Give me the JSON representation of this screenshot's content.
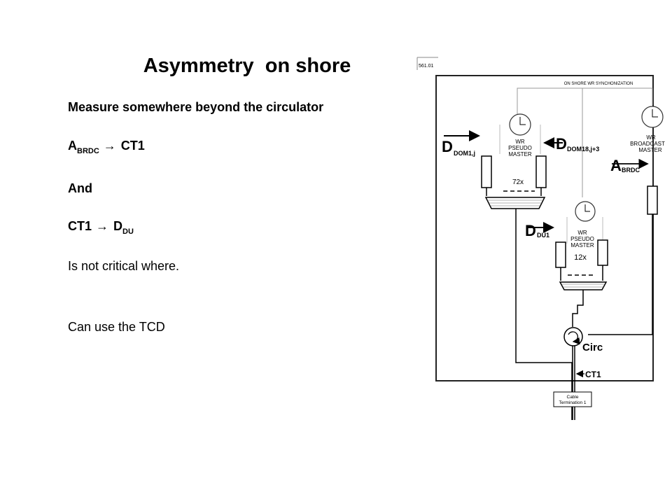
{
  "slide": {
    "title": "Asymmetry  on shore",
    "line1": "Measure somewhere beyond the circulator",
    "line2": {
      "main": "A",
      "sub": "BRDC",
      "arrow": "→",
      "target": "CT1"
    },
    "line3": "And",
    "line4": {
      "main": "CT1",
      "arrow": "→",
      "target": "D",
      "target_sub": "DU"
    },
    "line5": "Is not critical where.",
    "line6": "Can use the TCD"
  },
  "diagram": {
    "doc_number": "561.01",
    "sync_label": "ON SHORE WR SYNCHONIZATION",
    "pseudo_master_1": {
      "line1": "WR",
      "line2": "PSEUDO",
      "line3": "MASTER",
      "count": "72x"
    },
    "pseudo_master_2": {
      "line1": "WR",
      "line2": "PSEUDO",
      "line3": "MASTER",
      "count": "12x"
    },
    "broadcast_master": {
      "line1": "WR",
      "line2": "BROADCAST",
      "line3": "MASTER"
    },
    "d_dom1": {
      "main": "D",
      "sub": "DOM1,j"
    },
    "d_dom18": {
      "main": "D",
      "sub": "DOM18,j+3"
    },
    "a_brdc": {
      "main": "A",
      "sub": "BRDC"
    },
    "d_du1": {
      "main": "D",
      "sub": "DU1"
    },
    "circ_label": "Circ",
    "ct1_label": "CT1",
    "cable_termination": {
      "line1": "Cable",
      "line2": "Termination 1"
    }
  }
}
